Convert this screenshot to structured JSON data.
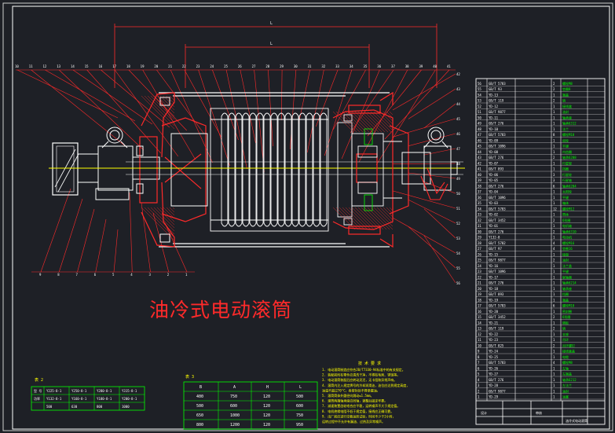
{
  "drawing_title": "油冷式电动滚筒",
  "balloons_top": [
    "10",
    "11",
    "12",
    "13",
    "14",
    "15",
    "16",
    "17",
    "18",
    "19",
    "20",
    "21",
    "22",
    "23",
    "24",
    "25",
    "26",
    "27",
    "28",
    "29",
    "30",
    "31",
    "32",
    "33",
    "34",
    "35",
    "36",
    "37",
    "38",
    "39",
    "40",
    "41"
  ],
  "balloons_bottom": [
    "9",
    "8",
    "7",
    "6",
    "5",
    "4",
    "3",
    "2",
    "1"
  ],
  "balloons_right": [
    "42",
    "43",
    "44",
    "45",
    "46",
    "47",
    "48",
    "49",
    "50",
    "51",
    "52",
    "53",
    "54",
    "55",
    "56"
  ],
  "dim_top_outer": "L",
  "dim_top_inner": "L",
  "table2": {
    "label": "表 2",
    "rows": [
      [
        "型 号",
        "Y225-8-1",
        "Y250-8-1",
        "Y280-8-1",
        "Y315-8-1"
      ],
      [
        "功率",
        "Y132-8-1",
        "Y160-8-1",
        "Y180-8-1",
        "Y200-8-1"
      ],
      [
        "",
        "500",
        "630",
        "800",
        "1000"
      ]
    ]
  },
  "table3": {
    "label": "表 3",
    "headers": [
      "B",
      "A",
      "H",
      "L"
    ],
    "rows": [
      [
        "400",
        "750",
        "120",
        "500"
      ],
      [
        "500",
        "600",
        "120",
        "600"
      ],
      [
        "650",
        "1000",
        "120",
        "750"
      ],
      [
        "800",
        "1200",
        "120",
        "950"
      ]
    ]
  },
  "notes": {
    "title": "技 术 要 求",
    "lines": [
      "1. 电动滚筒制造应符合JB/T7330-94标准中的有关规定。",
      "2. 装配前所有零件应清洗干净，不得有毛刺、锈蚀等。",
      "3. 电动滚筒装配后应转动灵活，无卡阻和异常声响。",
      "4. 滚筒内注入规定牌号的冷却润滑油，油位应达到规定高度，",
      "   油温不超过70°C，各密封处不得渗漏油。",
      "5. 滚筒筒体外圆径向跳动≤1.5mm。",
      "6. 滚筒两端轴承座应同轴，调整后固定牢靠。",
      "7. 减速装置齿轮啮合应平稳，运转噪声不大于规定值。",
      "8. 电机绝缘电阻不低于规定值，接线应正确可靠。",
      "9. 出厂前应进行空载运转试验，时间不少于2小时，",
      "   运转过程中不允许有漏油、过热及异常噪声。"
    ]
  },
  "parts_list": {
    "rows": [
      [
        "56",
        "GB/T 5783",
        "2",
        "螺栓M8"
      ],
      [
        "55",
        "GB/T 93",
        "2",
        "垫圈8"
      ],
      [
        "54",
        "YD-13",
        "1",
        "端盖"
      ],
      [
        "53",
        "GB/T 119",
        "2",
        "销"
      ],
      [
        "52",
        "YD-12",
        "1",
        "接线盒"
      ],
      [
        "51",
        "GB/T 9877",
        "1",
        "油封"
      ],
      [
        "50",
        "YD-11",
        "1",
        "轴承座"
      ],
      [
        "49",
        "GB/T 276",
        "1",
        "轴承6312"
      ],
      [
        "48",
        "YD-10",
        "1",
        "法兰"
      ],
      [
        "47",
        "GB/T 5783",
        "8",
        "螺栓M10"
      ],
      [
        "46",
        "YD-09",
        "1",
        "齿轮"
      ],
      [
        "45",
        "GB/T 1096",
        "1",
        "平键"
      ],
      [
        "44",
        "YD-08",
        "1",
        "内齿圈"
      ],
      [
        "43",
        "GB/T 276",
        "2",
        "轴承6208"
      ],
      [
        "42",
        "YD-07",
        "1",
        "行星架"
      ],
      [
        "41",
        "GB/T 893",
        "1",
        "挡圈"
      ],
      [
        "40",
        "YD-06",
        "3",
        "行星轮"
      ],
      [
        "39",
        "YD-05",
        "3",
        "行星轴"
      ],
      [
        "38",
        "GB/T 276",
        "6",
        "轴承6204"
      ],
      [
        "37",
        "YD-04",
        "1",
        "太阳轮"
      ],
      [
        "36",
        "GB/T 1096",
        "1",
        "平键"
      ],
      [
        "35",
        "YD-03",
        "1",
        "箱体"
      ],
      [
        "34",
        "GB/T 5783",
        "12",
        "螺栓M12"
      ],
      [
        "33",
        "YD-02",
        "1",
        "筒体"
      ],
      [
        "32",
        "GB/T 3452",
        "2",
        "O形圈"
      ],
      [
        "31",
        "YD-01",
        "1",
        "电机轴"
      ],
      [
        "30",
        "GB/T 276",
        "2",
        "轴承6310"
      ],
      [
        "29",
        "Y132-8",
        "1",
        "电动机"
      ],
      [
        "28",
        "GB/T 5782",
        "4",
        "螺栓M16"
      ],
      [
        "27",
        "GB/T 97",
        "4",
        "垫圈16"
      ],
      [
        "26",
        "YD-15",
        "1",
        "接盘"
      ],
      [
        "25",
        "GB/T 9877",
        "2",
        "油封"
      ],
      [
        "24",
        "YD-16",
        "1",
        "法兰盖"
      ],
      [
        "23",
        "GB/T 1096",
        "1",
        "平键"
      ],
      [
        "22",
        "YD-17",
        "1",
        "联轴器"
      ],
      [
        "21",
        "GB/T 276",
        "1",
        "轴承6214"
      ],
      [
        "20",
        "YD-18",
        "1",
        "轴承座"
      ],
      [
        "19",
        "GB/T 893",
        "1",
        "挡圈"
      ],
      [
        "18",
        "YD-19",
        "1",
        "端盖"
      ],
      [
        "17",
        "GB/T 5783",
        "6",
        "螺栓M10"
      ],
      [
        "16",
        "YD-20",
        "1",
        "密封圈"
      ],
      [
        "15",
        "GB/T 3452",
        "2",
        "O形圈"
      ],
      [
        "14",
        "YD-21",
        "1",
        "隔板"
      ],
      [
        "13",
        "GB/T 119",
        "2",
        "销"
      ],
      [
        "12",
        "YD-22",
        "1",
        "支座"
      ],
      [
        "11",
        "YD-23",
        "1",
        "吊环"
      ],
      [
        "10",
        "GB/T 825",
        "2",
        "吊环螺钉"
      ],
      [
        "9",
        "YD-24",
        "1",
        "接线盒盖"
      ],
      [
        "8",
        "YD-25",
        "1",
        "电缆"
      ],
      [
        "7",
        "GB/T 5783",
        "4",
        "螺栓M8"
      ],
      [
        "6",
        "YD-26",
        "1",
        "左轴"
      ],
      [
        "5",
        "YD-27",
        "1",
        "左端盖"
      ],
      [
        "4",
        "GB/T 276",
        "1",
        "轴承6212"
      ],
      [
        "3",
        "YD-28",
        "1",
        "左法兰"
      ],
      [
        "2",
        "GB/T 9877",
        "1",
        "油封"
      ],
      [
        "1",
        "YD-29",
        "1",
        "油塞"
      ]
    ],
    "title_block": {
      "name": "油冷式电动滚筒",
      "left": "设计",
      "mid": "审核"
    }
  },
  "colors": {
    "background": "#1e2026",
    "red": "#ff2a2a",
    "white": "#ffffff",
    "yellow": "#ffff00",
    "green": "#00ff00",
    "cyan": "#00ffff"
  }
}
